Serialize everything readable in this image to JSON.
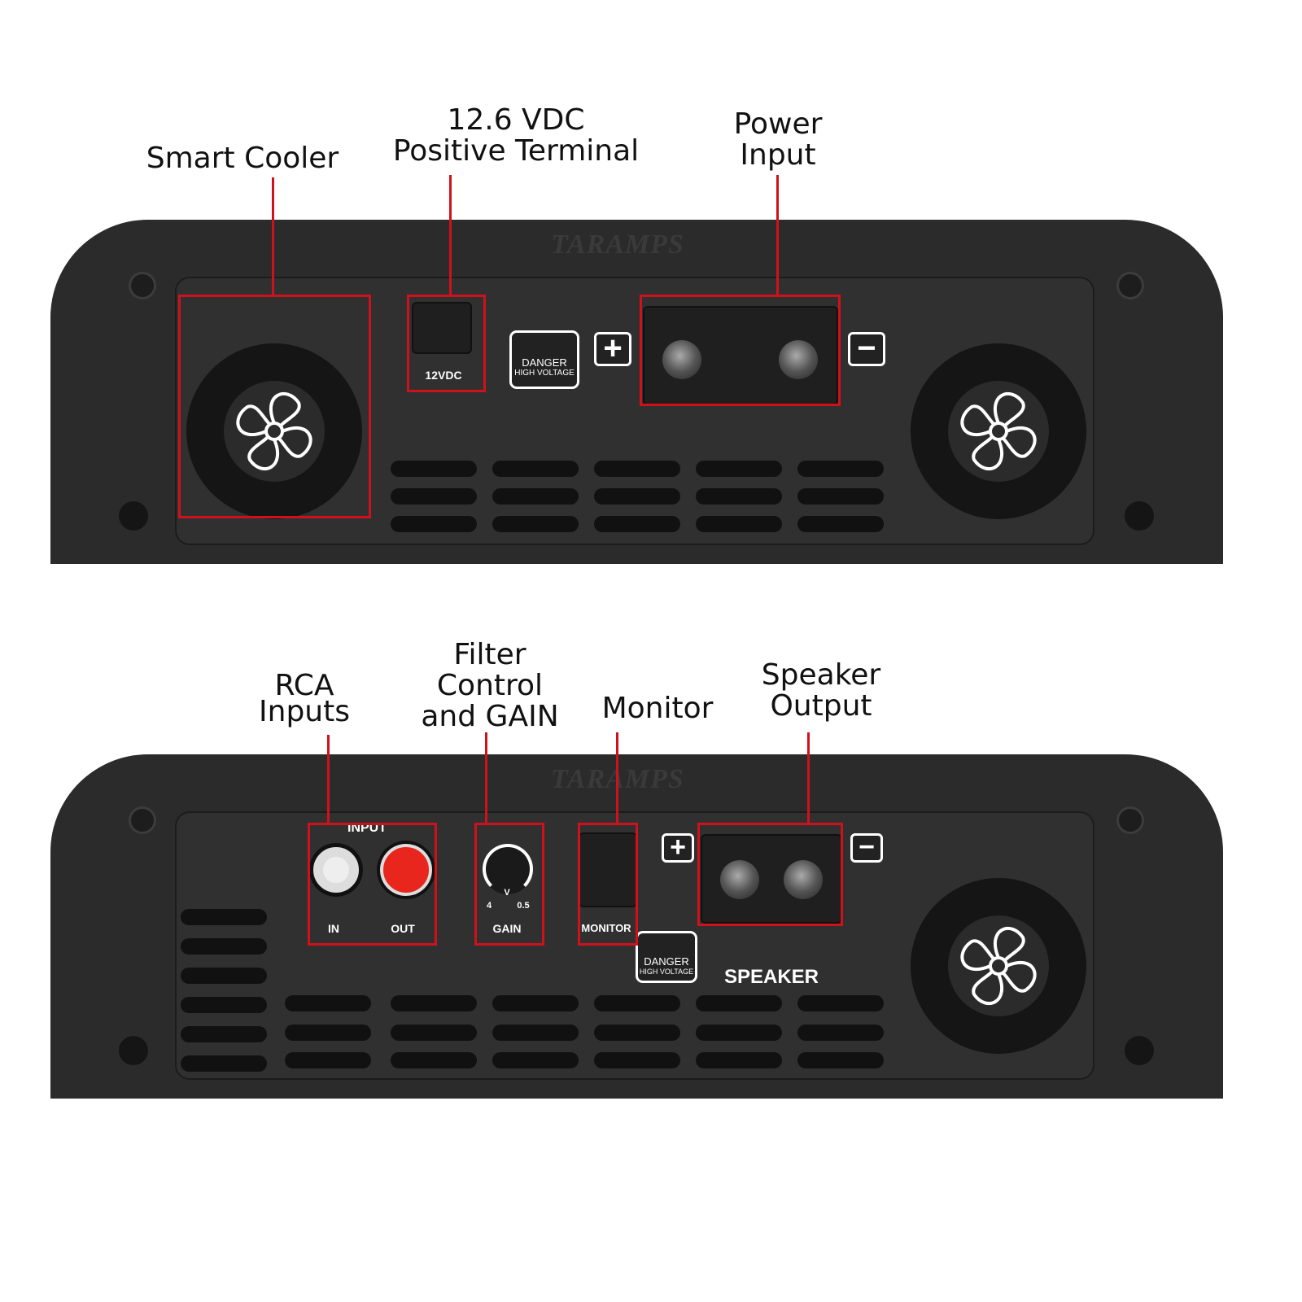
{
  "top_callouts": {
    "smart_cooler": "Smart Cooler",
    "terminal_line1": "12.6 VDC",
    "terminal_line2": "Positive Terminal",
    "power_line1": "Power",
    "power_line2": "Input"
  },
  "bottom_callouts": {
    "rca_line1": "RCA",
    "rca_line2": "Inputs",
    "filter_line1": "Filter",
    "filter_line2": "Control",
    "filter_line3": "and GAIN",
    "monitor": "Monitor",
    "speaker_line1": "Speaker",
    "speaker_line2": "Output"
  },
  "brand": "TARAMPS",
  "panel_labels": {
    "vdc": "12VDC",
    "danger": "DANGER",
    "high_voltage": "HIGH VOLTAGE",
    "plus": "+",
    "minus": "−",
    "input": "INPUT",
    "in": "IN",
    "out": "OUT",
    "gain_min": "4",
    "gain_unit": "V",
    "gain_max": "0.5",
    "gain": "GAIN",
    "monitor": "MONITOR",
    "speaker": "SPEAKER"
  },
  "colors": {
    "callout_red": "#d0111b",
    "body": "#2b2b2c",
    "rca_out": "#e8261e"
  }
}
